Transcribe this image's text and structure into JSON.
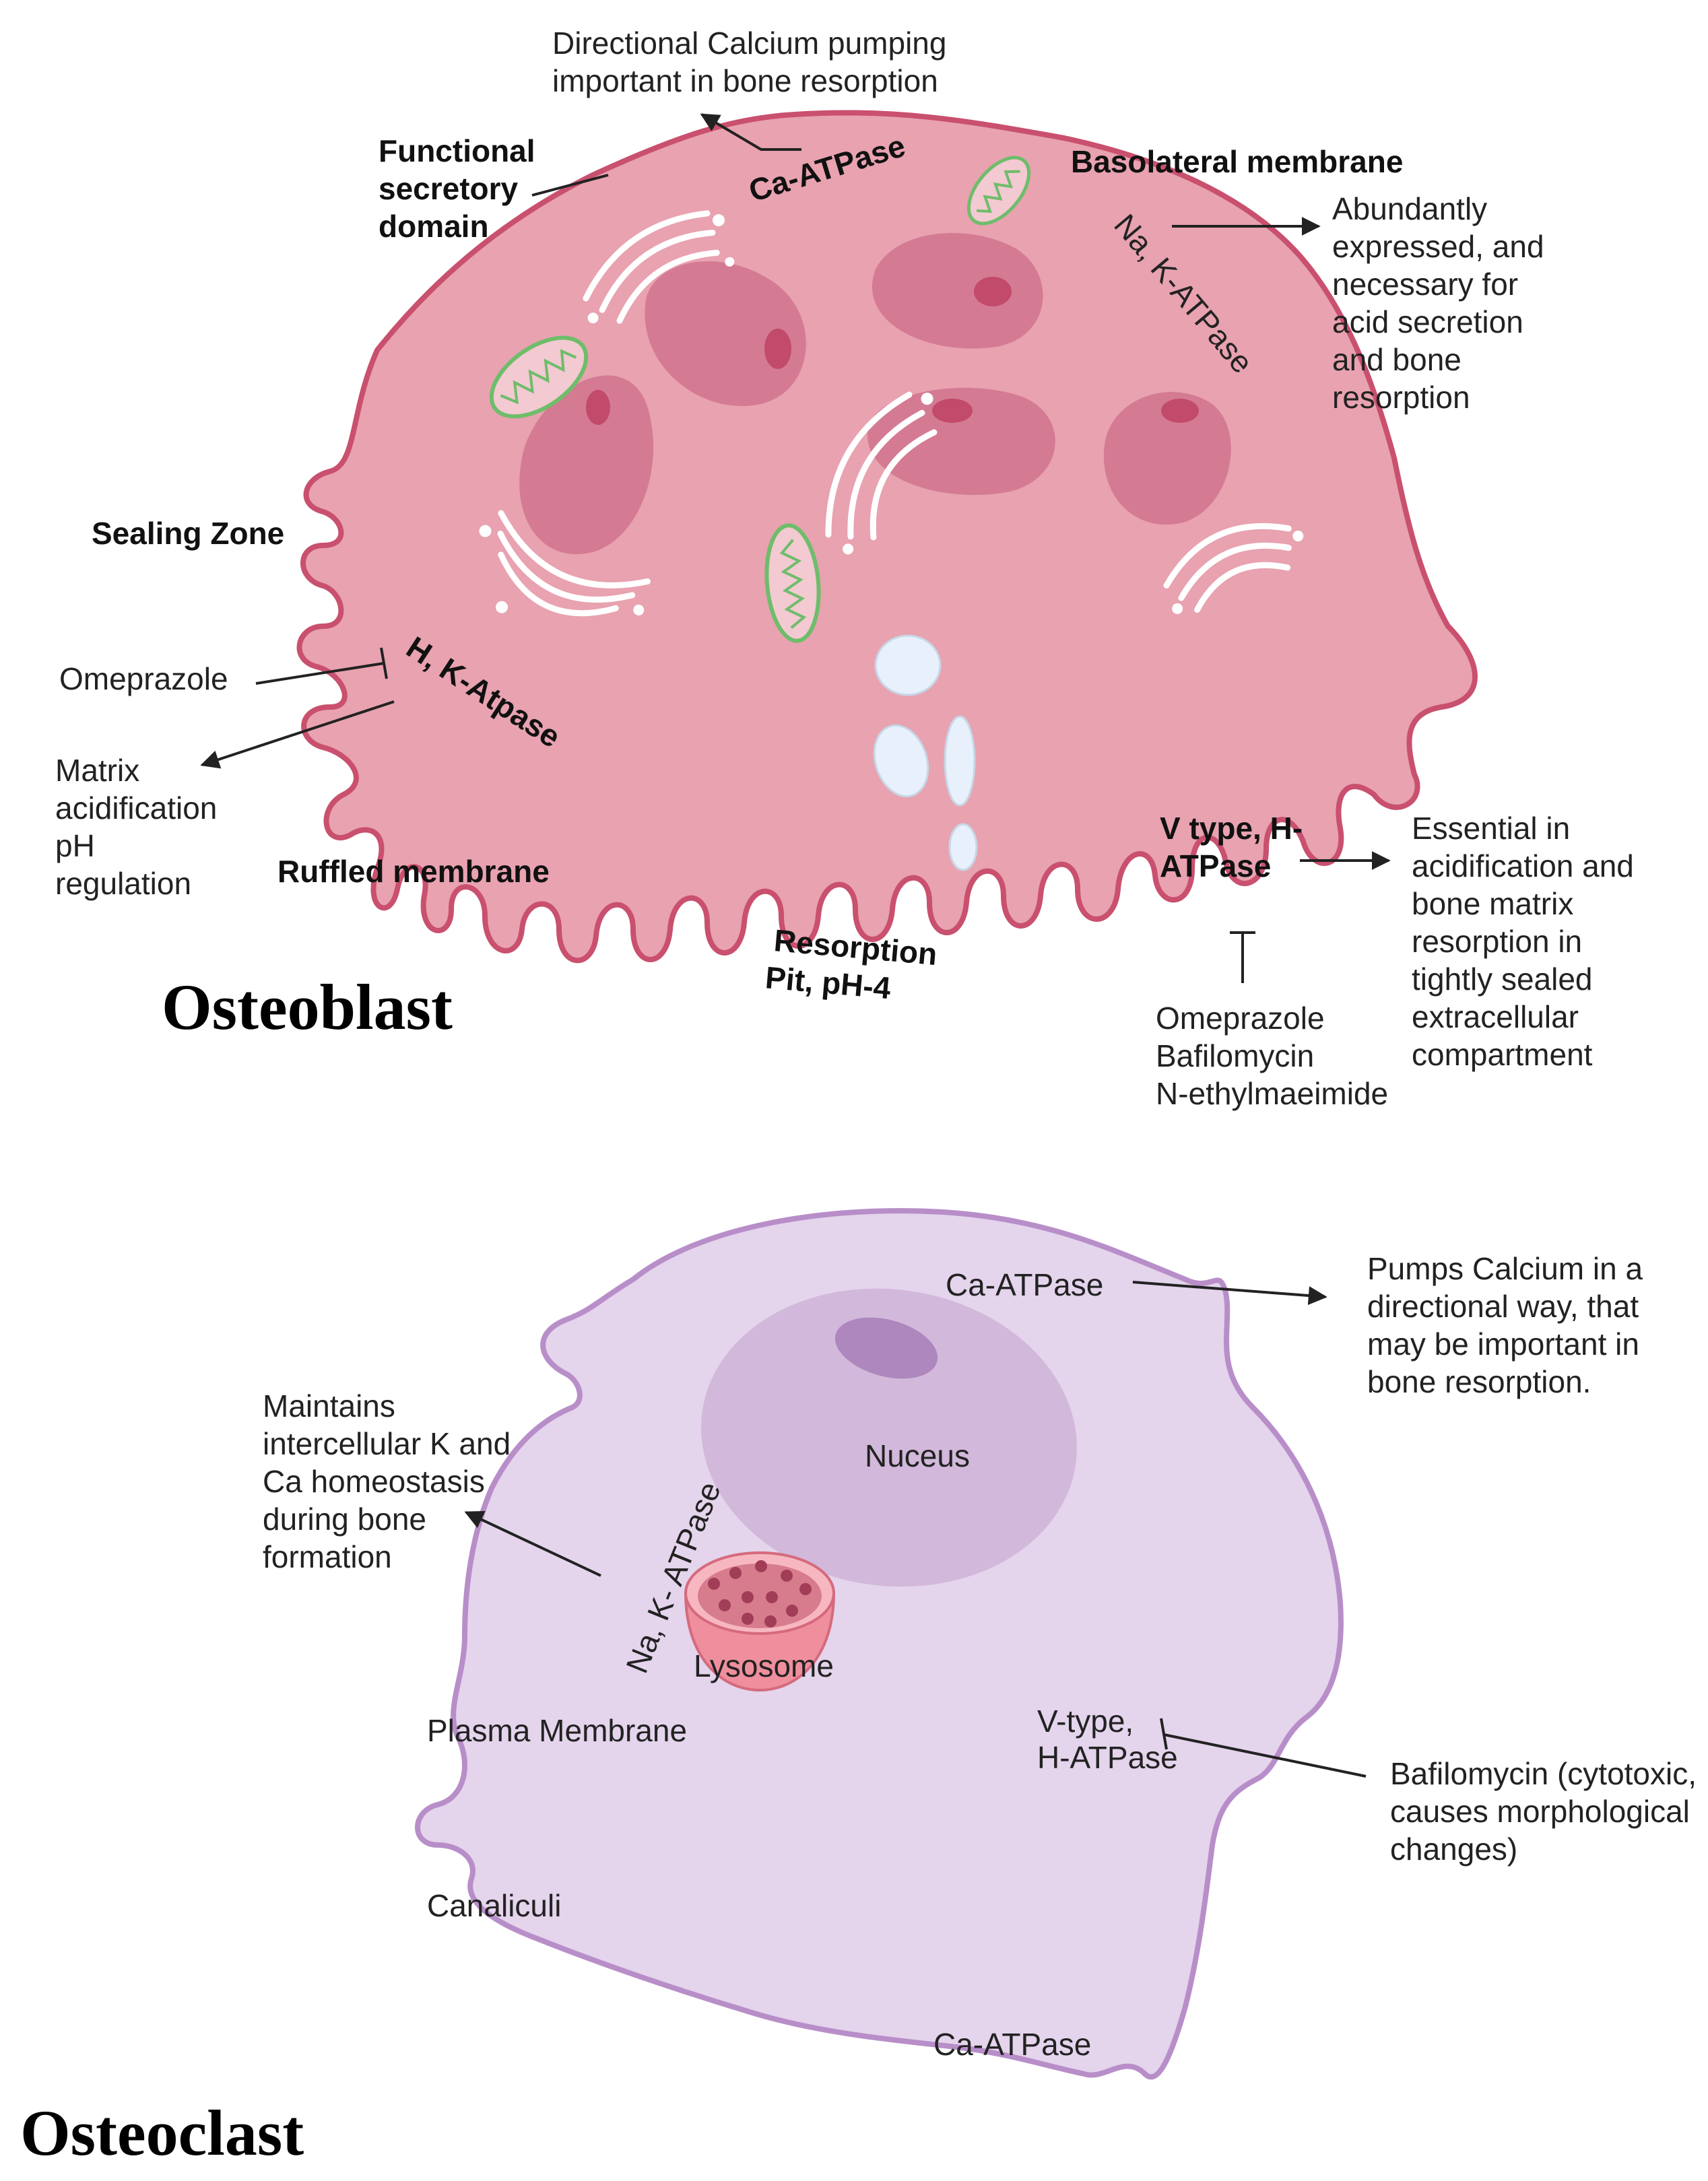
{
  "colors": {
    "osteoblast_cell": "#e8a2b0",
    "osteoblast_membrane": "#c9506e",
    "osteoblast_nucleus": "#d47b93",
    "osteoblast_nucleolus": "#c24a6b",
    "mitochondria": "#6ebd6a",
    "vesicle": "#e8f1fb",
    "osteoclast_cell": "#e4d4ec",
    "osteoclast_membrane": "#b88ec9",
    "osteoclast_nucleus": "#d2b8da",
    "osteoclast_nucleolus": "#ad87bd",
    "lysosome": "#ef8f9d",
    "lysosome_inner": "#a23d58",
    "text": "#222222"
  },
  "osteoblast": {
    "title": "Osteoblast",
    "directional_note": [
      "Directional Calcium pumping",
      "important in bone resorption"
    ],
    "ca_atpase": "Ca-ATPase",
    "functional_domain": [
      "Functional",
      "secretory",
      "domain"
    ],
    "basolateral": "Basolateral membrane",
    "na_k_atpase": "Na, K-ATPase",
    "na_k_note": [
      "Abundantly",
      "expressed, and",
      "necessary for",
      "acid secretion",
      "and bone",
      "resorption"
    ],
    "sealing_zone": "Sealing Zone",
    "omeprazole": "Omeprazole",
    "h_k_atpase": "H, K-Atpase",
    "matrix_note": [
      "Matrix",
      "acidification",
      "pH",
      "regulation"
    ],
    "ruffled": "Ruffled membrane",
    "resorption_pit": [
      "Resorption",
      "Pit, pH-4"
    ],
    "v_type": [
      "V type, H-",
      "ATPase"
    ],
    "v_type_note": [
      "Essential in",
      "acidification and",
      "bone matrix",
      "resorption in",
      "tightly sealed",
      "extracellular",
      "compartment"
    ],
    "inhibitors": [
      "Omeprazole",
      "Bafilomycin",
      "N-ethylmaeimide"
    ]
  },
  "osteoclast": {
    "title": "Osteoclast",
    "ca_atpase_top": "Ca-ATPase",
    "ca_note": [
      "Pumps Calcium in a",
      "directional way, that",
      "may be important in",
      "bone resorption."
    ],
    "nucleus": "Nuceus",
    "maintains_note": [
      "Maintains",
      "intercellular K and",
      "Ca homeostasis",
      "during bone",
      "formation"
    ],
    "na_k_atpase": "Na, K- ATPase",
    "lysosome": "Lysosome",
    "plasma_membrane": "Plasma Membrane",
    "v_type": [
      "V-type,",
      "H-ATPase"
    ],
    "bafilomycin_note": [
      "Bafilomycin (cytotoxic,",
      "causes morphological",
      "changes)"
    ],
    "canaliculi": "Canaliculi",
    "ca_atpase_bottom": "Ca-ATPase"
  }
}
